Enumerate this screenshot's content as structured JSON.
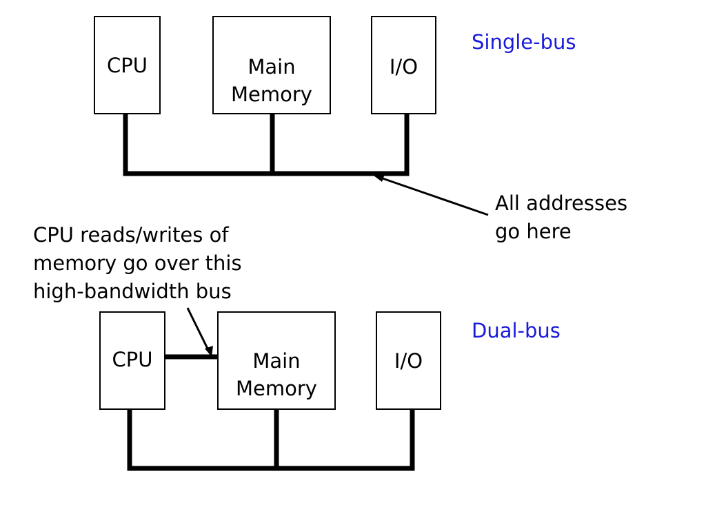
{
  "single_bus": {
    "title": "Single-bus",
    "cpu_label": "CPU",
    "memory_label": "Main\nMemory",
    "io_label": "I/O",
    "annotation": "All addresses\ngo here"
  },
  "dual_bus": {
    "title": "Dual-bus",
    "cpu_label": "CPU",
    "memory_label": "Main\nMemory",
    "io_label": "I/O",
    "annotation": "CPU reads/writes of\nmemory go over this\nhigh-bandwidth bus"
  },
  "colors": {
    "title": "#1a1adb",
    "lines": "#000000"
  }
}
